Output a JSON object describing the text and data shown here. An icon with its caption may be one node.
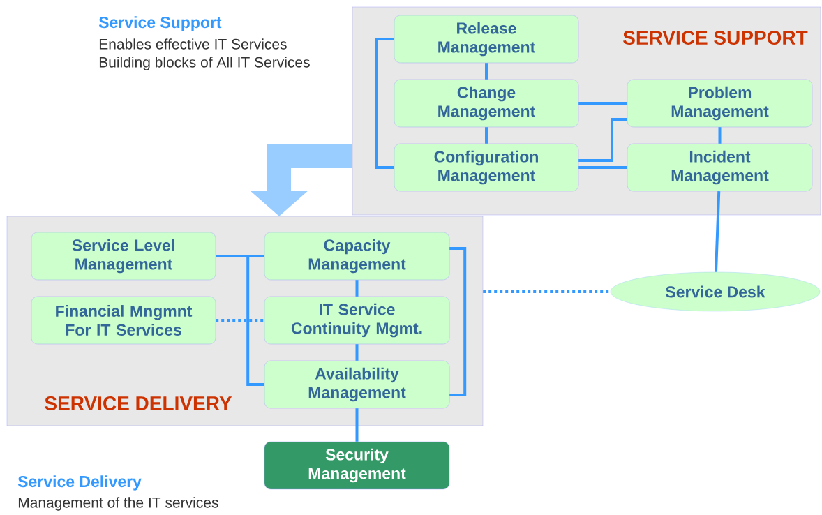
{
  "diagram": {
    "nodes": [
      {
        "text": [
          "SERVICE SUPPORT"
        ]
      },
      {
        "text": [
          "Release Management"
        ],
        "in": 0
      },
      {
        "text": [
          "Change Management"
        ],
        "in": 0
      },
      {
        "text": [
          "Configuration Management"
        ],
        "in": 0
      },
      {
        "text": [
          "Problem Management"
        ],
        "in": 0
      },
      {
        "text": [
          "Incident Management"
        ],
        "in": 0
      },
      {
        "text": [
          "SERVICE DELIVERY"
        ]
      },
      {
        "text": [
          "Service Level Management"
        ],
        "in": 6
      },
      {
        "text": [
          "Capacity Management"
        ],
        "in": 6
      },
      {
        "text": [
          "Financial Mngmnt For IT Services"
        ],
        "in": 6
      },
      {
        "text": [
          "IT Service Continuity Mgmt."
        ],
        "in": 6
      },
      {
        "text": [
          "Availability Management"
        ],
        "in": 6
      },
      {
        "text": [
          "Service Desk"
        ]
      },
      {
        "text": [
          "Security Management"
        ]
      }
    ],
    "edges": [
      {
        "from": 1,
        "to": 2,
        "arrow": "none"
      },
      {
        "from": 2,
        "to": 3,
        "arrow": "none"
      },
      {
        "from": 1,
        "to": 3,
        "arrow": "none"
      },
      {
        "from": 2,
        "to": 4,
        "arrow": "none"
      },
      {
        "from": 3,
        "to": 4,
        "arrow": "none"
      },
      {
        "from": 3,
        "to": 5,
        "arrow": "none"
      },
      {
        "from": 4,
        "to": 5,
        "arrow": "none"
      },
      {
        "from": 5,
        "to": 12,
        "arrow": "none"
      },
      {
        "from": 7,
        "to": 8,
        "arrow": "none"
      },
      {
        "from": 7,
        "to": 11,
        "arrow": "none"
      },
      {
        "from": 8,
        "to": 10,
        "arrow": "none"
      },
      {
        "from": 10,
        "to": 11,
        "arrow": "none"
      },
      {
        "from": 8,
        "to": 11,
        "arrow": "none"
      },
      {
        "from": 9,
        "to": 10,
        "arrow": "none",
        "style": "dashed"
      },
      {
        "from": 6,
        "to": 12,
        "arrow": "none",
        "style": "dashed"
      },
      {
        "from": 11,
        "to": 13,
        "arrow": "none"
      },
      {
        "from": 0,
        "to": 6,
        "arrow": "to",
        "style": "thick",
        "color": "#99ccff"
      }
    ],
    "labels": [
      "Service Support",
      "Enables effective IT Services",
      "Building blocks of All IT Services",
      "Service Delivery",
      "Management of the IT services"
    ]
  }
}
